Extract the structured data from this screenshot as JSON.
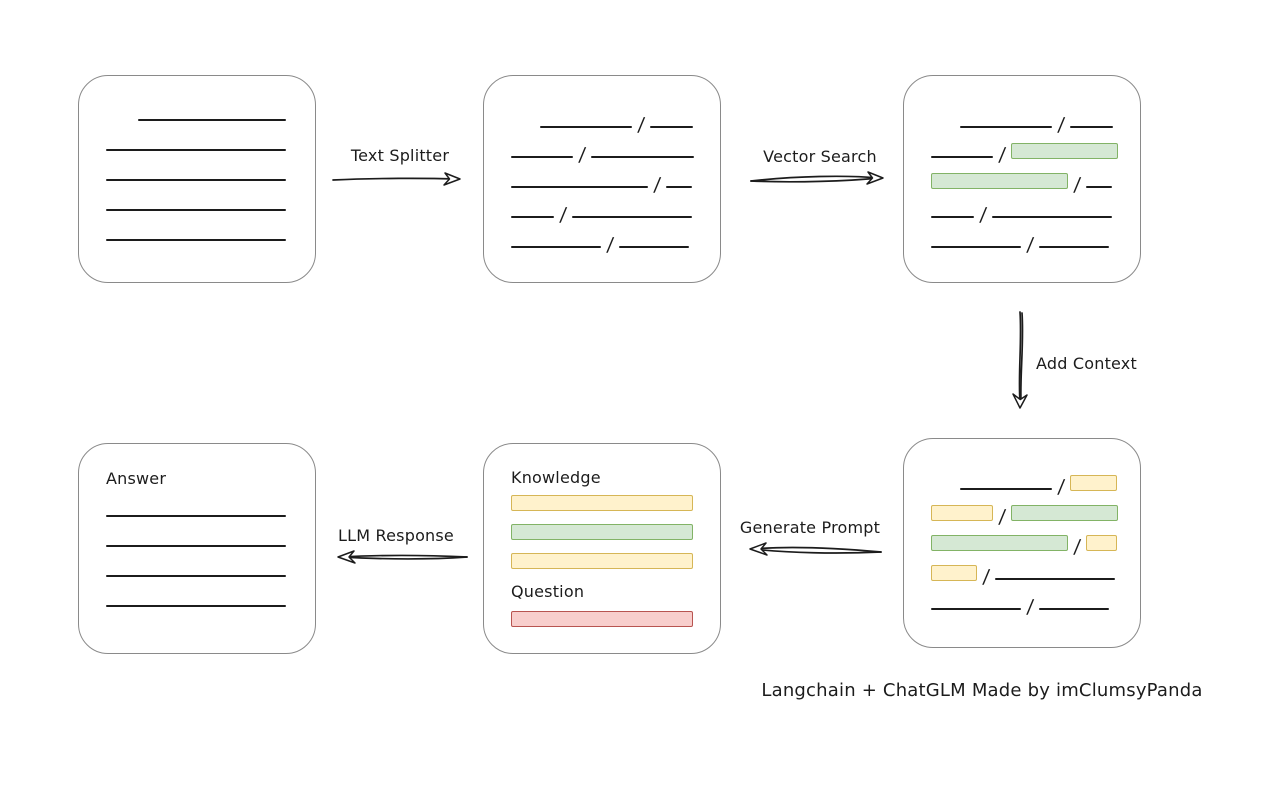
{
  "glyphs": {
    "slash": "/"
  },
  "colors": {
    "green_fill": "#d5e8d4",
    "green_border": "#82b366",
    "yellow_fill": "#fff2cc",
    "yellow_border": "#d6b656",
    "red_fill": "#f8cecc",
    "red_border": "#b85450",
    "box_border": "#8a8a8a",
    "ink": "#1c1c1c",
    "background": "#ffffff"
  },
  "labels": {
    "text_splitter": "Text Splitter",
    "vector_search": "Vector Search",
    "add_context": "Add Context",
    "generate_prompt": "Generate Prompt",
    "llm_response": "LLM Response"
  },
  "caption": "Langchain + ChatGLM Made by imClumsyPanda",
  "boxes": {
    "document": {
      "rows": [
        {
          "indent": 32,
          "segs": [
            {
              "kind": "line",
              "w": 148
            }
          ]
        },
        {
          "segs": [
            {
              "kind": "line",
              "w": 180
            }
          ]
        },
        {
          "segs": [
            {
              "kind": "line",
              "w": 180
            }
          ]
        },
        {
          "segs": [
            {
              "kind": "line",
              "w": 180
            }
          ]
        },
        {
          "segs": [
            {
              "kind": "line",
              "w": 180
            }
          ]
        }
      ]
    },
    "split_text": {
      "rows": [
        {
          "indent": 29,
          "segs": [
            {
              "kind": "line",
              "w": 92
            },
            {
              "kind": "line",
              "w": 43
            }
          ]
        },
        {
          "segs": [
            {
              "kind": "line",
              "w": 62
            },
            {
              "kind": "line",
              "w": 103
            }
          ]
        },
        {
          "segs": [
            {
              "kind": "line",
              "w": 137
            },
            {
              "kind": "line",
              "w": 26
            }
          ]
        },
        {
          "segs": [
            {
              "kind": "line",
              "w": 43
            },
            {
              "kind": "line",
              "w": 120
            }
          ]
        },
        {
          "segs": [
            {
              "kind": "line",
              "w": 90
            },
            {
              "kind": "line",
              "w": 70
            }
          ]
        }
      ]
    },
    "vector_matched": {
      "rows": [
        {
          "indent": 29,
          "segs": [
            {
              "kind": "line",
              "w": 92
            },
            {
              "kind": "line",
              "w": 43
            }
          ]
        },
        {
          "segs": [
            {
              "kind": "line",
              "w": 62
            },
            {
              "kind": "green",
              "w": 107
            }
          ]
        },
        {
          "segs": [
            {
              "kind": "green",
              "w": 137
            },
            {
              "kind": "line",
              "w": 26
            }
          ]
        },
        {
          "segs": [
            {
              "kind": "line",
              "w": 43
            },
            {
              "kind": "line",
              "w": 120
            }
          ]
        },
        {
          "segs": [
            {
              "kind": "line",
              "w": 90
            },
            {
              "kind": "line",
              "w": 70
            }
          ]
        }
      ]
    },
    "context_added": {
      "rows": [
        {
          "indent": 29,
          "segs": [
            {
              "kind": "line",
              "w": 92
            },
            {
              "kind": "yellow",
              "w": 47
            }
          ]
        },
        {
          "segs": [
            {
              "kind": "yellow",
              "w": 62
            },
            {
              "kind": "green",
              "w": 107
            }
          ]
        },
        {
          "segs": [
            {
              "kind": "green",
              "w": 137
            },
            {
              "kind": "yellow",
              "w": 31
            }
          ]
        },
        {
          "segs": [
            {
              "kind": "yellow",
              "w": 46
            },
            {
              "kind": "line",
              "w": 120
            }
          ]
        },
        {
          "segs": [
            {
              "kind": "line",
              "w": 90
            },
            {
              "kind": "line",
              "w": 70
            }
          ]
        }
      ]
    },
    "prompt": {
      "knowledge_label": "Knowledge",
      "knowledge_bars": [
        "yellow",
        "green",
        "yellow"
      ],
      "question_label": "Question",
      "question_bars": [
        "red"
      ]
    },
    "answer": {
      "label": "Answer",
      "rows": [
        {
          "segs": [
            {
              "kind": "line",
              "w": 180
            }
          ]
        },
        {
          "segs": [
            {
              "kind": "line",
              "w": 180
            }
          ]
        },
        {
          "segs": [
            {
              "kind": "line",
              "w": 180
            }
          ]
        },
        {
          "segs": [
            {
              "kind": "line",
              "w": 180
            }
          ]
        }
      ]
    }
  }
}
